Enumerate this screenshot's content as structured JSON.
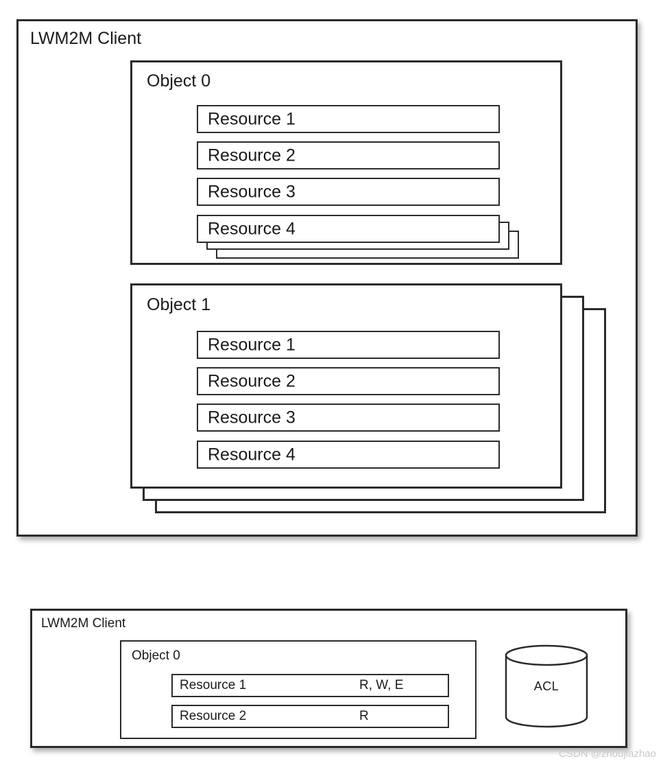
{
  "diagram": {
    "top": {
      "client_title": "LWM2M Client",
      "objects": [
        {
          "title": "Object 0",
          "resources": [
            {
              "label": "Resource 1"
            },
            {
              "label": "Resource 2"
            },
            {
              "label": "Resource 3"
            },
            {
              "label": "Resource 4"
            }
          ],
          "resource_stack_count": 2,
          "object_stack_count": 0
        },
        {
          "title": "Object 1",
          "resources": [
            {
              "label": "Resource 1"
            },
            {
              "label": "Resource 2"
            },
            {
              "label": "Resource 3"
            },
            {
              "label": "Resource 4"
            }
          ],
          "resource_stack_count": 0,
          "object_stack_count": 2
        }
      ]
    },
    "bottom": {
      "client_title": "LWM2M Client",
      "object": {
        "title": "Object 0",
        "resources": [
          {
            "label": "Resource 1",
            "rights": "R, W, E"
          },
          {
            "label": "Resource 2",
            "rights": "R"
          }
        ]
      },
      "acl": {
        "label": "ACL",
        "icon": "database-cylinder-icon"
      }
    },
    "watermark": "CSDN @zhoujiazhao",
    "colors": {
      "stroke": "#2b2b2b",
      "text": "#1a1a1a",
      "background": "#ffffff",
      "watermark": "#c9c9c9"
    }
  }
}
